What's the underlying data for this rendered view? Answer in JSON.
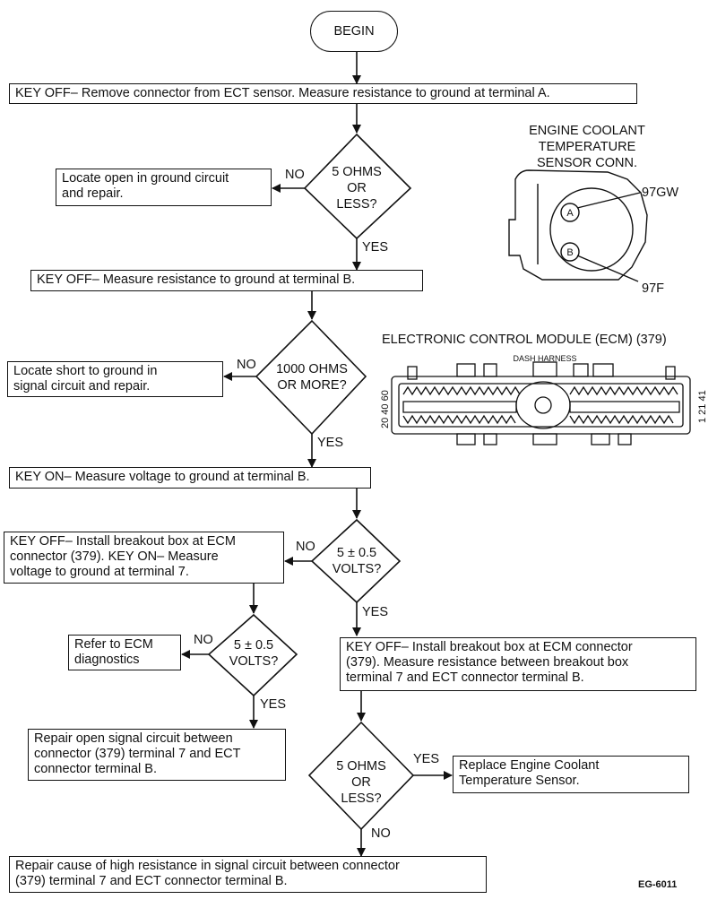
{
  "begin": "BEGIN",
  "step1": "KEY OFF– Remove connector from ECT sensor. Measure resistance to ground at terminal A.",
  "d1": [
    "5 OHMS",
    "OR",
    "LESS?"
  ],
  "d1_no_action": [
    "Locate open in ground circuit",
    "and repair."
  ],
  "step2": "KEY OFF– Measure resistance to ground at terminal B.",
  "d2": [
    "1000 OHMS",
    "OR MORE?"
  ],
  "d2_no_action": [
    "Locate short to ground in",
    "signal circuit and repair."
  ],
  "step3": "KEY ON– Measure voltage to ground at terminal B.",
  "d3": [
    "5 ± 0.5",
    "VOLTS?"
  ],
  "d3_no_action": [
    "KEY OFF– Install breakout box at ECM",
    "connector (379). KEY ON– Measure",
    "voltage to ground at terminal 7."
  ],
  "d4": [
    "5 ± 0.5",
    "VOLTS?"
  ],
  "d4_no_action": [
    "Refer to ECM",
    "diagnostics"
  ],
  "d4_yes_action": [
    "Repair open signal circuit between",
    "connector (379) terminal 7 and ECT",
    "connector terminal B."
  ],
  "d3_yes_action": [
    "KEY OFF– Install breakout box at ECM connector",
    "(379). Measure resistance between  breakout box",
    "terminal 7 and ECT connector terminal B."
  ],
  "d5": [
    "5 OHMS",
    "OR",
    "LESS?"
  ],
  "d5_yes_action": [
    "Replace Engine Coolant",
    "Temperature Sensor."
  ],
  "d5_no_action": [
    "Repair cause of high resistance in signal circuit between connector",
    "(379) terminal 7 and ECT connector terminal B."
  ],
  "labels": {
    "yes": "YES",
    "no": "NO"
  },
  "ect_connector": {
    "title": [
      "ENGINE COOLANT",
      "TEMPERATURE",
      "SENSOR CONN."
    ],
    "terminal_a": "A",
    "terminal_b": "B",
    "wire_a": "97GW",
    "wire_b": "97F"
  },
  "ecm_connector": {
    "title": "ELECTRONIC CONTROL MODULE (ECM)  (379)",
    "harness": "DASH HARNESS",
    "left_pins": "20 40 60",
    "right_pins": "1  21 41"
  },
  "figure_code": "EG-6011"
}
